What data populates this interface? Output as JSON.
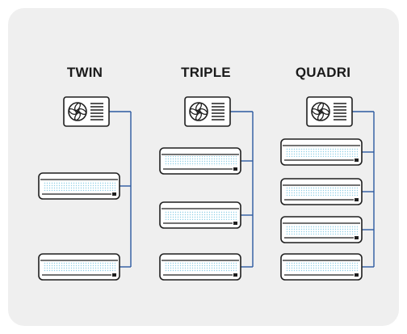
{
  "configurations": [
    {
      "label": "TWIN",
      "indoor_units": 2
    },
    {
      "label": "TRIPLE",
      "indoor_units": 3
    },
    {
      "label": "QUADRI",
      "indoor_units": 4
    }
  ],
  "colors": {
    "background": "#efefef",
    "pipe": "#2c5aa0",
    "outline": "#1f1f1f",
    "unit_fill": "#ffffff",
    "airflow_dots": "#8ecfe6"
  },
  "icons": {
    "outdoor_unit": "outdoor-unit-fan-icon",
    "indoor_unit": "wall-split-ac-icon"
  }
}
